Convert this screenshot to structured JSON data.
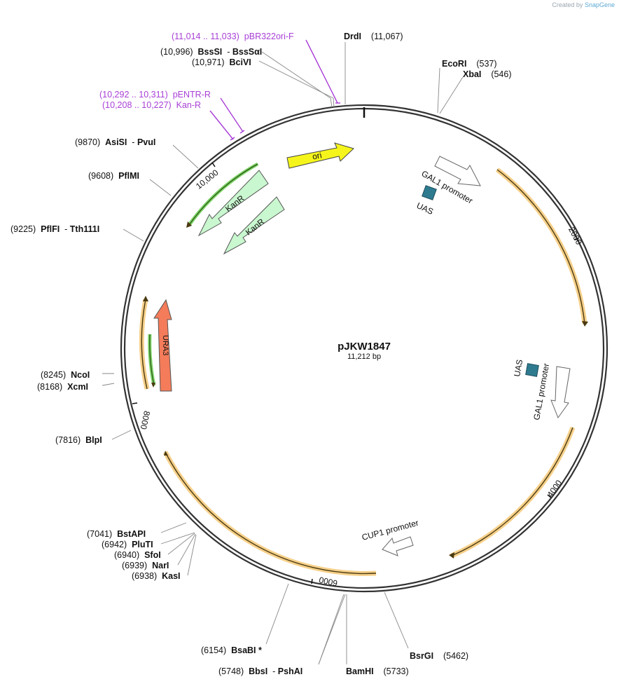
{
  "credit": {
    "prefix": "Created by",
    "brand": "SnapGene"
  },
  "plasmid": {
    "name": "pJKW1847",
    "length": "11,212 bp"
  },
  "ticks": [
    "2000",
    "4000",
    "6000",
    "8000",
    "10,000"
  ],
  "features": {
    "ori": "ori",
    "kanr1": "KanR",
    "kanr2": "KanR",
    "ura3": "URA3",
    "gal1_top": "GAL1 promoter",
    "uas_top": "UAS",
    "gal1_right": "GAL1 promoter",
    "uas_right": "UAS",
    "cup1": "CUP1 promoter"
  },
  "colors": {
    "ori": "#f5f51c",
    "kanr": "#c9f7cf",
    "ura3": "#f47c5a",
    "uas": "#2e7b90",
    "cds_highlight": "#f6d08a",
    "primer": "#a83fd6"
  },
  "sites": {
    "pbr_f": {
      "pos": "(11,014 .. 11,033)",
      "name": "pBR322ori-F"
    },
    "drdi": {
      "name": "DrdI",
      "pos": "(11,067)"
    },
    "bsssi": {
      "pos": "(10,996)",
      "name": "BssSI",
      "name2": "BssSαI"
    },
    "bcivi": {
      "pos": "(10,971)",
      "name": "BciVI"
    },
    "ecori": {
      "name": "EcoRI",
      "pos": "(537)"
    },
    "xbai": {
      "name": "XbaI",
      "pos": "(546)"
    },
    "pentr_r": {
      "pos": "(10,292 .. 10,311)",
      "name": "pENTR-R"
    },
    "kan_r": {
      "pos": "(10,208 .. 10,227)",
      "name": "Kan-R"
    },
    "asisi": {
      "pos": "(9870)",
      "name": "AsiSI",
      "name2": "PvuI"
    },
    "pflmi": {
      "pos": "(9608)",
      "name": "PflMI"
    },
    "pflfi": {
      "pos": "(9225)",
      "name": "PflFI",
      "name2": "Tth111I"
    },
    "ncoi": {
      "pos": "(8245)",
      "name": "NcoI"
    },
    "xcmi": {
      "pos": "(8168)",
      "name": "XcmI"
    },
    "blpi": {
      "pos": "(7816)",
      "name": "BlpI"
    },
    "bstapi": {
      "pos": "(7041)",
      "name": "BstAPI"
    },
    "pluti": {
      "pos": "(6942)",
      "name": "PluTI"
    },
    "sfoi": {
      "pos": "(6940)",
      "name": "SfoI"
    },
    "nari": {
      "pos": "(6939)",
      "name": "NarI"
    },
    "kasi": {
      "pos": "(6938)",
      "name": "KasI"
    },
    "bsabi": {
      "pos": "(6154)",
      "name": "BsaBI",
      "mark": "*"
    },
    "bbsi": {
      "pos": "(5748)",
      "name": "BbsI",
      "name2": "PshAI"
    },
    "bamhi": {
      "name": "BamHI",
      "pos": "(5733)"
    },
    "bsrgi": {
      "name": "BsrGI",
      "pos": "(5462)"
    }
  }
}
